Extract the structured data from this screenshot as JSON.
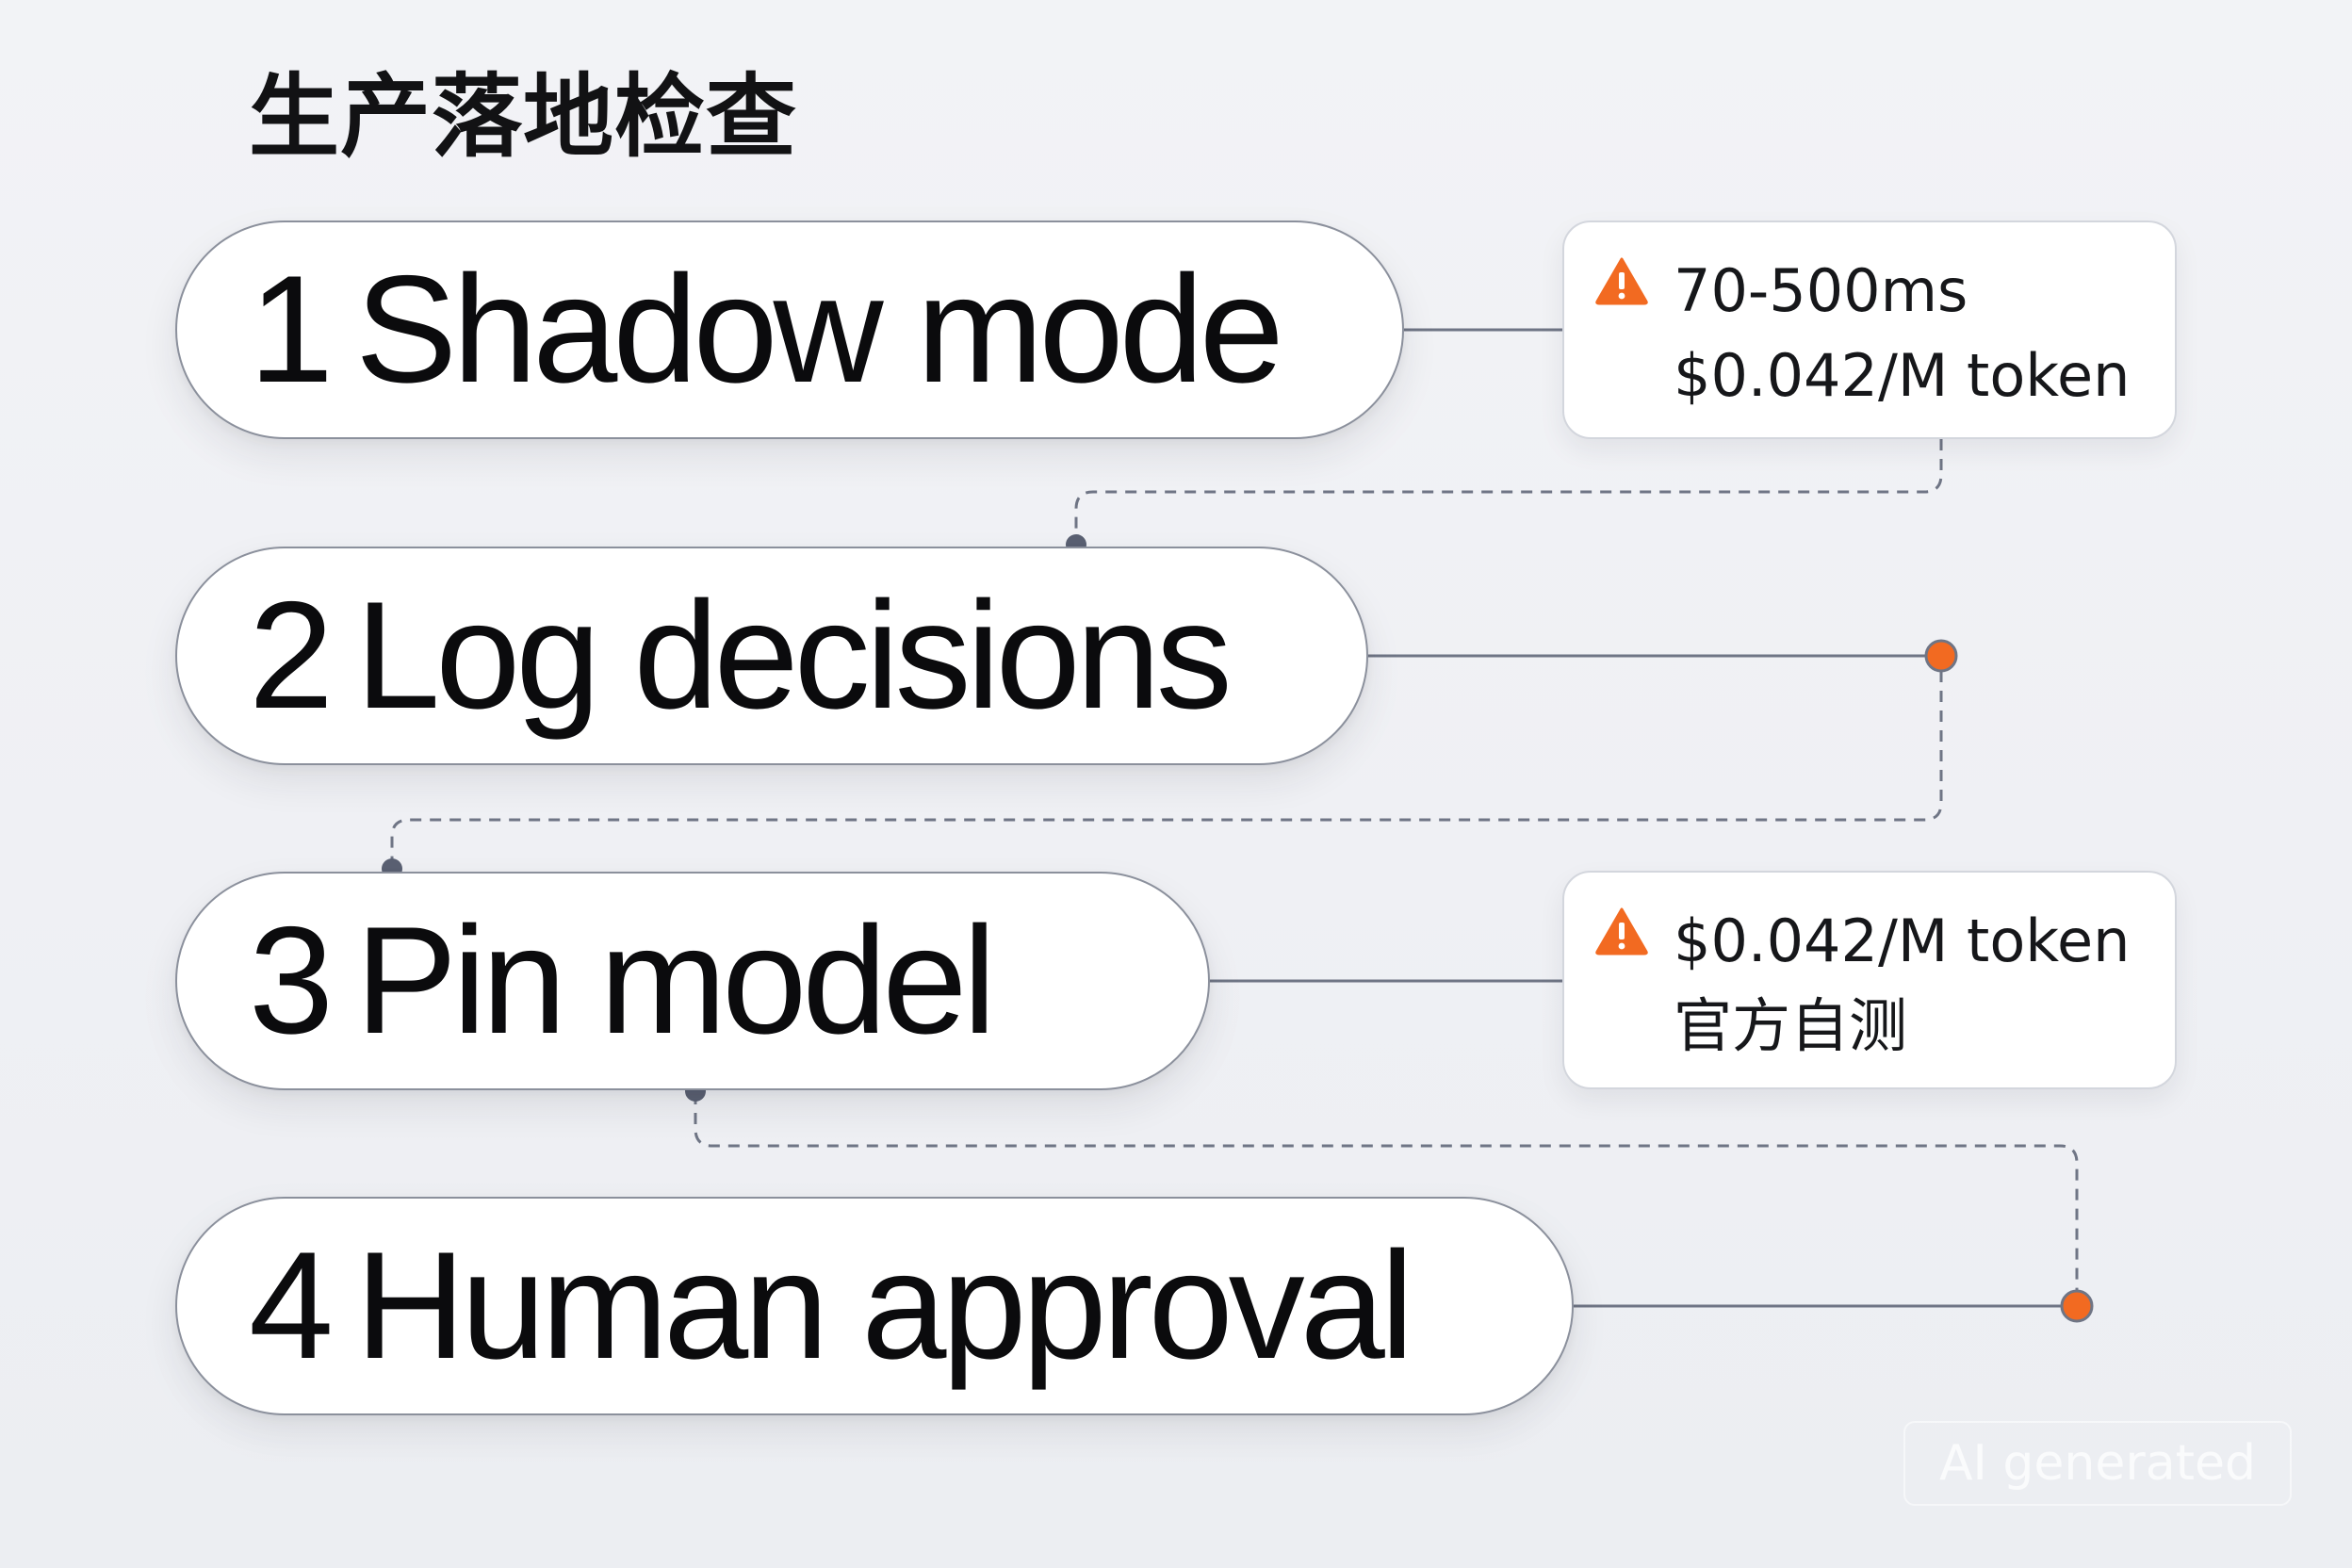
{
  "title": "生产落地检查",
  "steps": [
    {
      "num": "1",
      "label": "Shadow mode"
    },
    {
      "num": "2",
      "label": "Log decisions"
    },
    {
      "num": "3",
      "label": "Pin model"
    },
    {
      "num": "4",
      "label": "Human approval"
    }
  ],
  "notes": [
    {
      "line1": "70-500ms",
      "line2": "$0.042/M token",
      "icon": "warning-icon"
    },
    {
      "line1": "$0.042/M token",
      "line2": "官方自测",
      "icon": "warning-icon"
    }
  ],
  "colors": {
    "accent": "#f26a21",
    "connector": "#6f7585",
    "border": "#8b909c"
  },
  "watermark": "AI generated"
}
